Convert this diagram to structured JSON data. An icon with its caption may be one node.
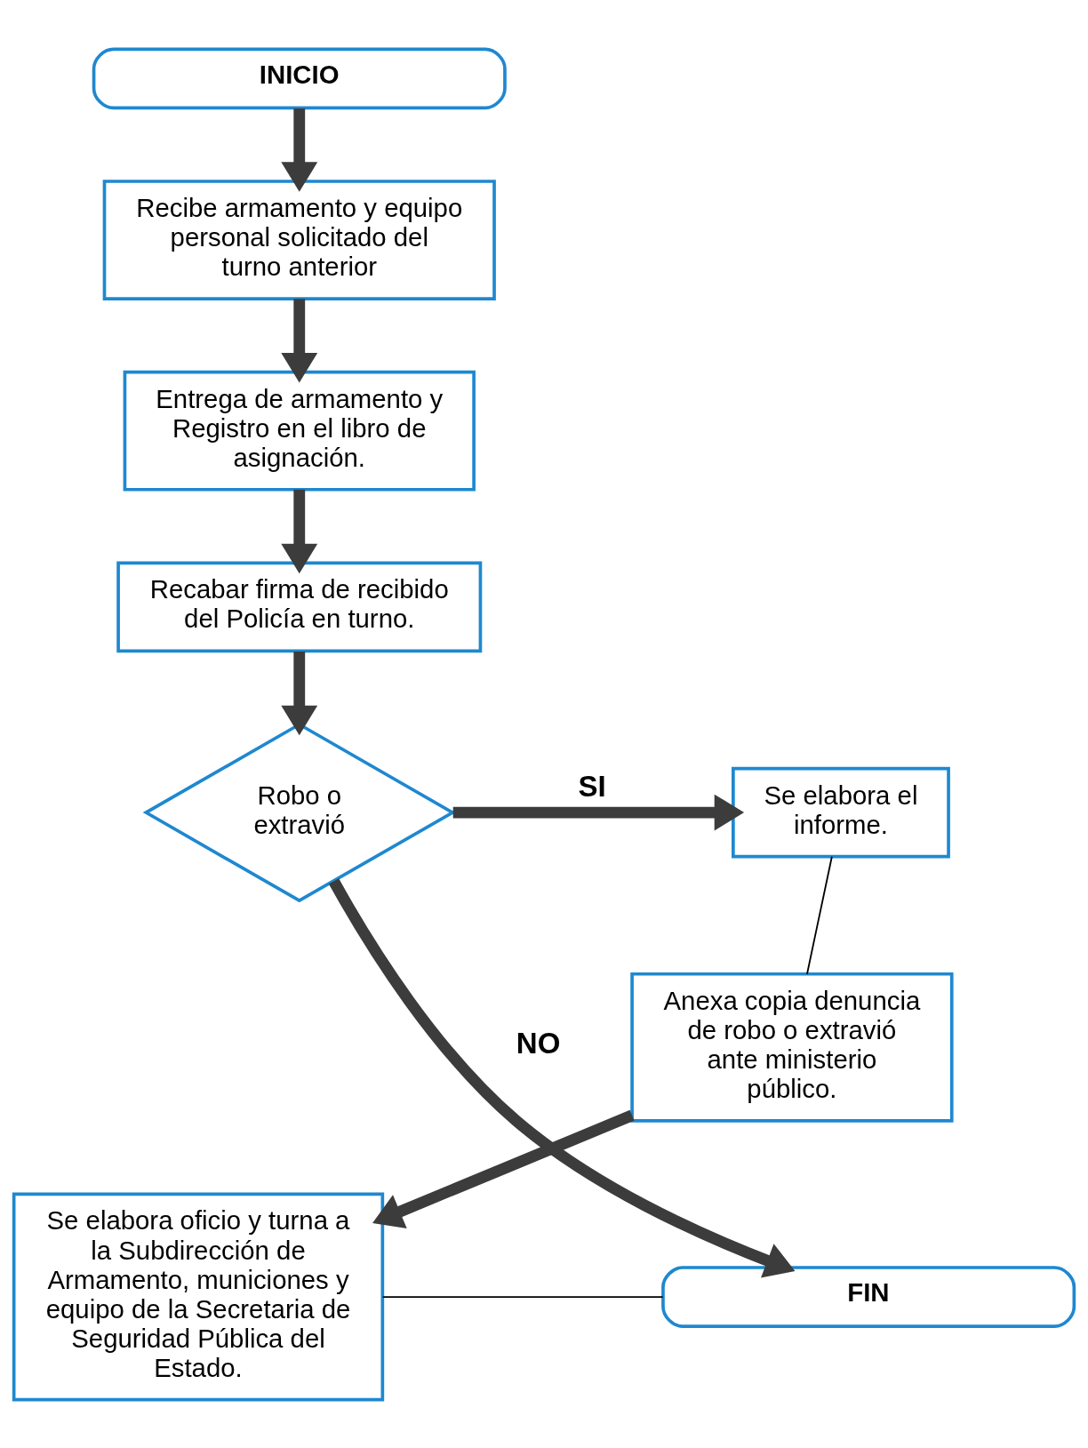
{
  "diagram": {
    "nodes": [
      {
        "text": [
          "INICIO"
        ]
      },
      {
        "text": [
          "Recibe armamento y equipo personal solicitado del turno anterior"
        ]
      },
      {
        "text": [
          "Entrega de armamento y Registro en el libro de asignación."
        ]
      },
      {
        "text": [
          "Recabar firma de recibido del Policía en turno."
        ]
      },
      {
        "text": [
          "Robo o extravió"
        ]
      },
      {
        "text": [
          "Se elabora el informe."
        ]
      },
      {
        "text": [
          "Anexa copia denuncia de robo o extravió ante ministerio público."
        ]
      },
      {
        "text": [
          "Se elabora oficio y turna a la Subdirección de Armamento, municiones y equipo de la Secretaria de Seguridad Pública del Estado."
        ]
      },
      {
        "text": [
          "FIN"
        ]
      }
    ],
    "edges": [
      {
        "from": 0,
        "to": 1,
        "arrow": "to"
      },
      {
        "from": 1,
        "to": 2,
        "arrow": "to"
      },
      {
        "from": 2,
        "to": 3,
        "arrow": "to"
      },
      {
        "from": 3,
        "to": 4,
        "arrow": "to"
      },
      {
        "from": 4,
        "to": 5,
        "arrow": "to",
        "label": "SI"
      },
      {
        "from": 5,
        "to": 6,
        "arrow": "none"
      },
      {
        "from": 6,
        "to": 7,
        "arrow": "to"
      },
      {
        "from": 4,
        "to": 8,
        "arrow": "to",
        "label": "NO"
      },
      {
        "from": 7,
        "to": 8,
        "arrow": "none"
      }
    ]
  }
}
